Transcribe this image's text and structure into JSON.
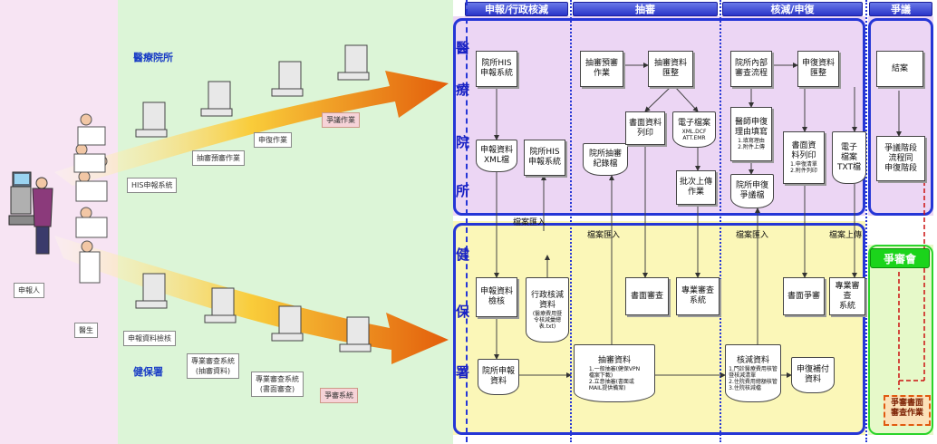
{
  "left": {
    "hospital_label": "醫療院所",
    "nhi_label": "健保署",
    "applicant_tag": "申報人",
    "doctor_tag": "醫生",
    "hospital_tags": [
      "HIS申報系統",
      "抽審預審作業",
      "申復作業",
      "爭議作業"
    ],
    "nhi_tags": [
      "申報資料檢核",
      "專業審查系統\n(抽審資料)",
      "專業審查系統\n(書面審查)",
      "爭審系統"
    ]
  },
  "headers": [
    "申報/行政核減",
    "抽審",
    "核減/申復",
    "爭議"
  ],
  "lanes": {
    "hospital": [
      "醫",
      "療",
      "院",
      "所"
    ],
    "nhi": [
      "健",
      "保",
      "署"
    ]
  },
  "boxes": {
    "his_report": "院所HIS\n申報系統",
    "xml_report": "申報資料\nXML檔",
    "his_report2": "院所HIS\n申報系統",
    "prereview": "抽審預審\n作業",
    "collect": "抽審資料\n匯整",
    "hosp_file": "院所抽審\n紀錄檔",
    "paper_print": "書面資料\n列印",
    "e_file": "電子檔案",
    "e_file_sub": "XML.DCF\nATT.EMR",
    "batch_upload": "批次上傳\n作業",
    "internal_review": "院所內部\n審查流程",
    "appeal_collect": "申復資料\n匯整",
    "doc_reason": "醫師申復\n理由填寫",
    "doc_reason_sub": "1.填寫理由\n2.附件上傳",
    "hosp_appeal_file": "院所申復\n爭議檔",
    "appeal_print": "書面資\n料列印",
    "appeal_print_sub": "1.申復清單\n2.附件列印",
    "e_txt": "電子\n檔案\nTXT檔",
    "conclude": "結案",
    "dispute_flow": "爭議階段\n流程同\n申復階段",
    "check": "申報資料\n檢核",
    "admin_cut": "行政核減\n資料",
    "admin_cut_sub": "(醫療費用暨\n令核減彙總\n表.txt)",
    "paper_review": "書面審查",
    "expert_system": "專業審查\n系統",
    "appeal_paper": "書面爭審",
    "expert_system2": "專業審查\n系統",
    "hosp_report_data": "院所申報\n資料",
    "sample_data": "抽審資料",
    "sample_data_sub": "1.一般抽審(健保VPN\n  檔案下載)\n2.立意抽審(書面或\n  MAIL提供備案)",
    "cut_data": "核減資料",
    "cut_data_sub": "1.門診醫療費用核管\n  暨核減清單\n2.住院費用總額核管\n3.住院核減檔",
    "appeal_pay": "申復補付\n資料",
    "dispute_paper": "爭審書面\n審查作業"
  },
  "labels": {
    "import1": "檔案匯入",
    "import2": "檔案匯入",
    "import3": "檔案匯入",
    "upload": "檔案上傳"
  },
  "dispute_committee": "爭審會"
}
